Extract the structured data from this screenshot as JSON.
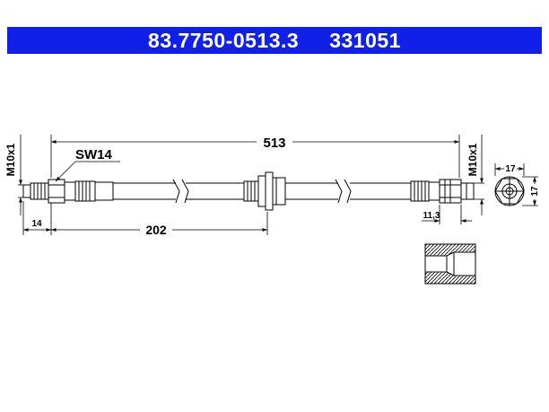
{
  "header": {
    "part_number": "83.7750-0513.3",
    "code": "331051",
    "background": "#1020e8",
    "text_color": "#ffffff"
  },
  "drawing": {
    "length_label": "513",
    "thread_left_label": "M10x1",
    "thread_right_label": "M10x1",
    "wrench_label": "SW14",
    "left_offset_label": "14",
    "mid_distance_label": "202",
    "right_fitting_label": "11,3",
    "end_width_label": "17",
    "end_height_label": "17",
    "cross_section": "flare-seat-section"
  }
}
